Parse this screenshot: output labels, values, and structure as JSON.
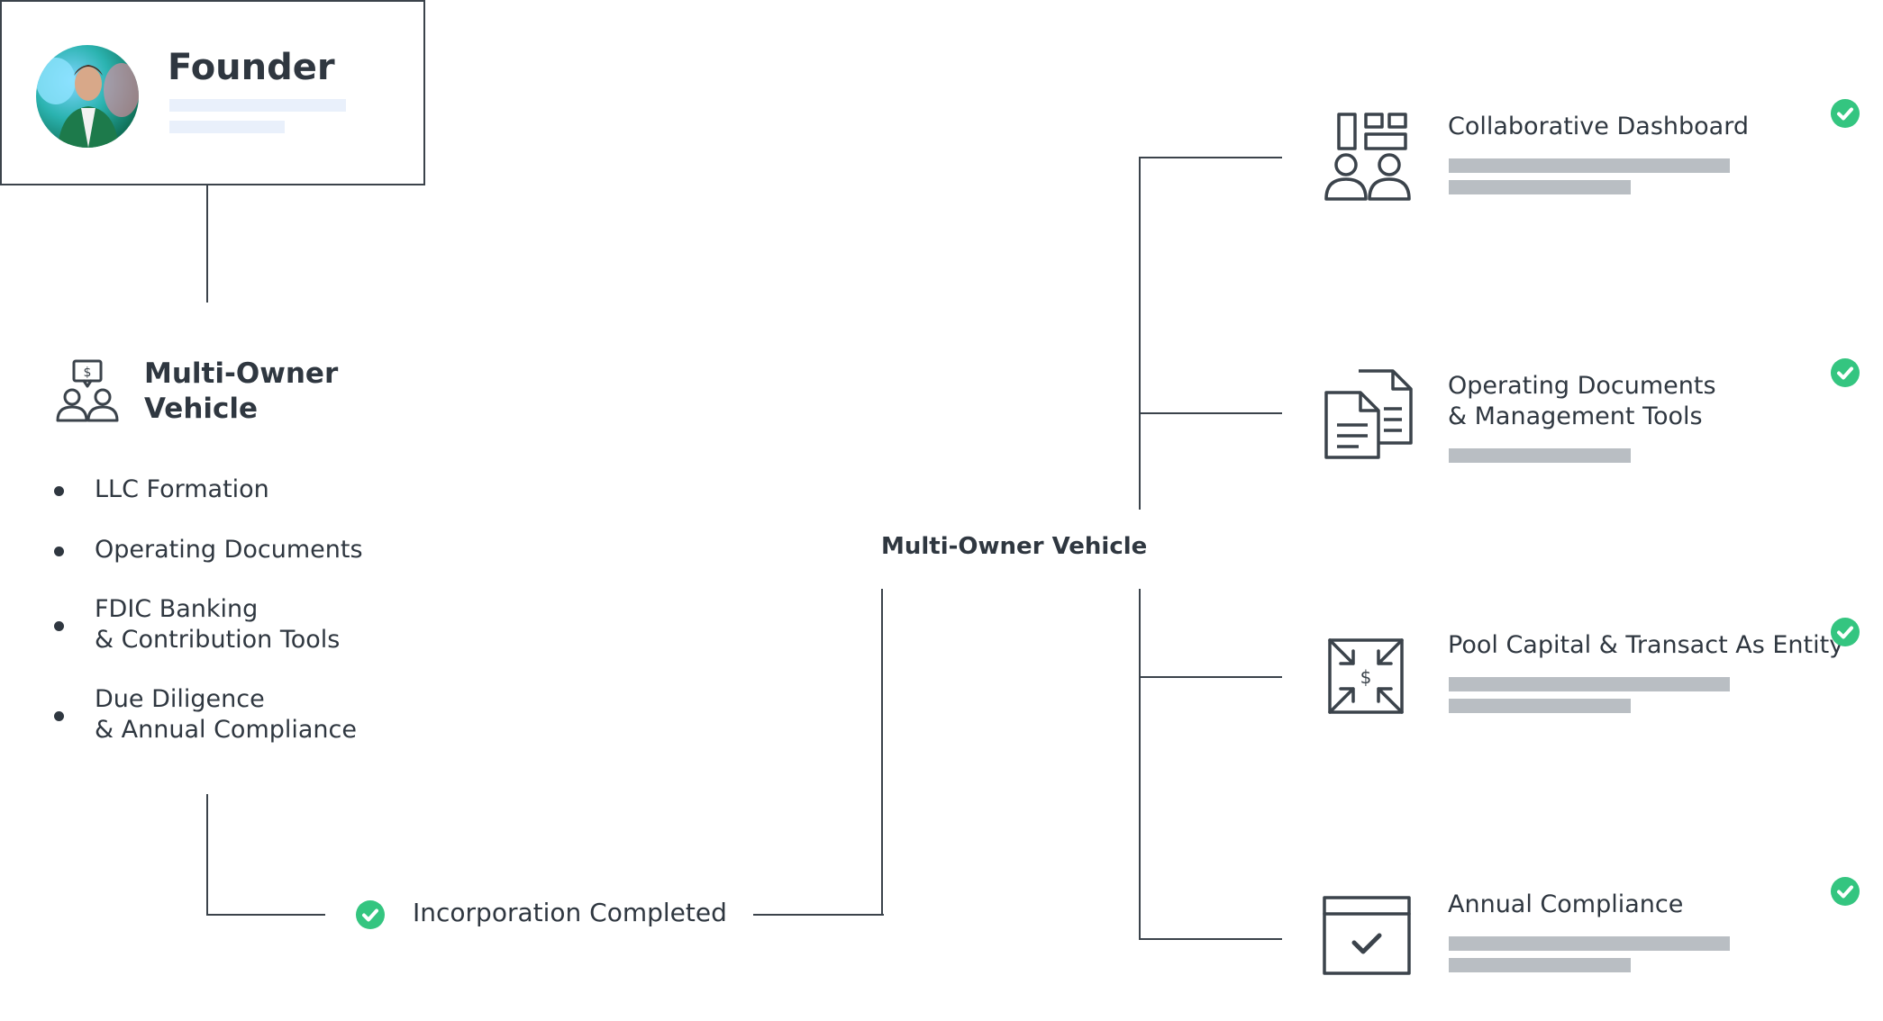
{
  "founder": {
    "title": "Founder"
  },
  "vehicle": {
    "title_line1": "Multi-Owner",
    "title_line2": "Vehicle",
    "bullets": [
      {
        "line1": "LLC Formation",
        "line2": ""
      },
      {
        "line1": "Operating Documents",
        "line2": ""
      },
      {
        "line1": "FDIC Banking",
        "line2": "& Contribution Tools"
      },
      {
        "line1": "Due Diligence",
        "line2": "& Annual Compliance"
      }
    ]
  },
  "incorporation": {
    "label": "Incorporation Completed"
  },
  "center": {
    "label": "Multi-Owner Vehicle"
  },
  "features": [
    {
      "line1": "Collaborative Dashboard",
      "line2": "",
      "icon": "dashboard-people-icon"
    },
    {
      "line1": "Operating Documents",
      "line2": "& Management Tools",
      "icon": "documents-icon"
    },
    {
      "line1": "Pool Capital & Transact As Entity",
      "line2": "",
      "icon": "pool-capital-icon"
    },
    {
      "line1": "Annual Compliance",
      "line2": "",
      "icon": "calendar-check-icon"
    }
  ],
  "colors": {
    "line": "#3b434b",
    "text": "#2f3740",
    "check": "#34c580",
    "placeholder_grey": "#b9bec3",
    "placeholder_light": "#e9f0fb"
  }
}
